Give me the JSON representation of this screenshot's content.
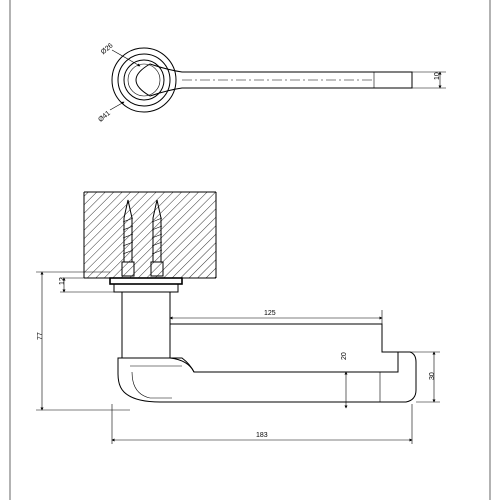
{
  "drawing": {
    "top_view": {
      "rose_outer_diameter": "Ø41",
      "rose_inner_diameter": "Ø26",
      "lever_thickness": "10"
    },
    "side_view": {
      "rose_height": "12",
      "overall_height": "77",
      "lever_reach": "125",
      "lever_grip_depth": "20",
      "lever_end_height": "30",
      "overall_length": "183"
    }
  }
}
